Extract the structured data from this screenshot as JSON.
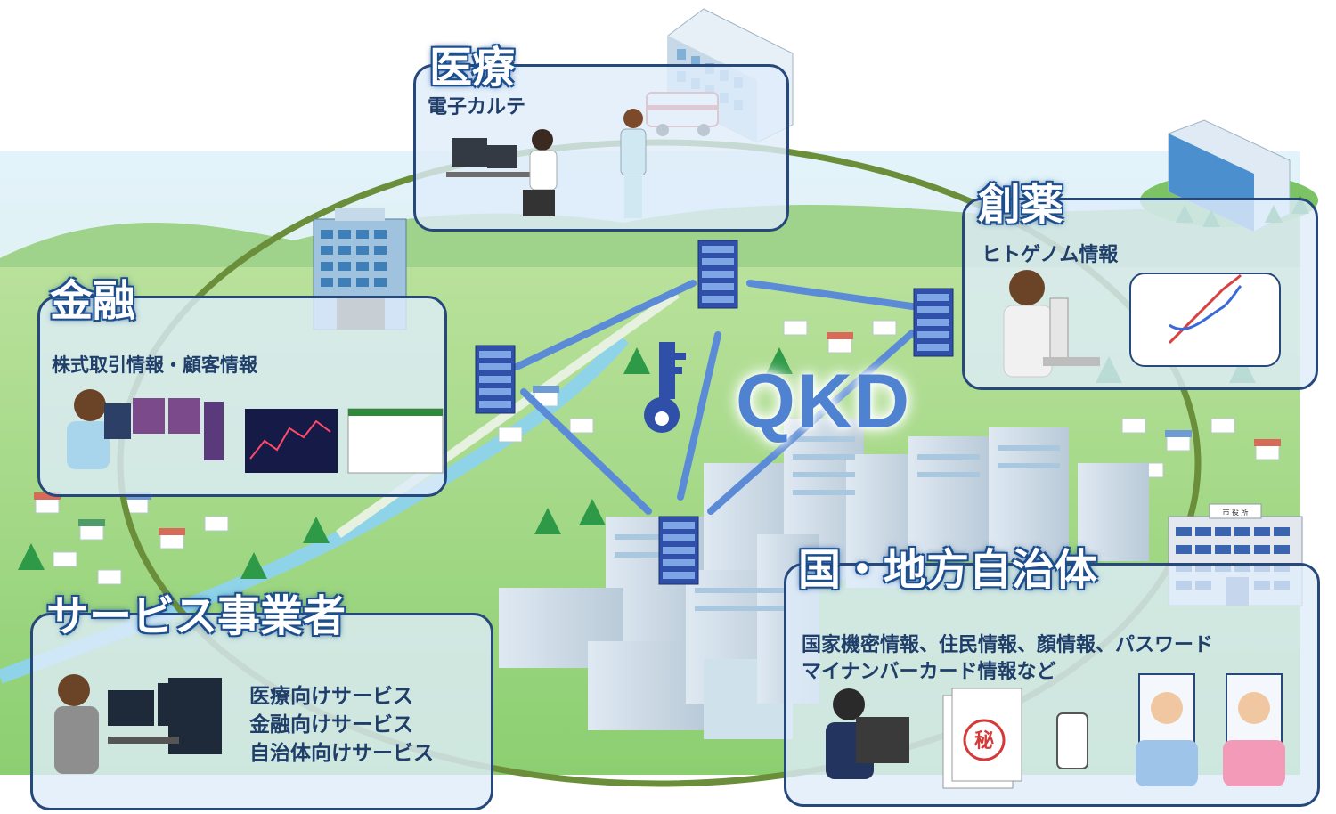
{
  "center_label": "QKD",
  "panels": {
    "medical": {
      "title": "医療",
      "items": [
        "電子カルテ"
      ]
    },
    "finance": {
      "title": "金融",
      "items": [
        "株式取引情報・顧客情報"
      ]
    },
    "drug": {
      "title": "創薬",
      "items": [
        "ヒトゲノム情報"
      ]
    },
    "gov": {
      "title": "国・地方自治体",
      "items": [
        "国家機密情報、住民情報、顔情報、パスワード",
        "マイナンバーカード情報など"
      ]
    },
    "service": {
      "title": "サービス事業者",
      "items": [
        "医療向けサービス",
        "金融向けサービス",
        "自治体向けサービス"
      ]
    }
  },
  "building_labels": {
    "city_hall": "市 役 所",
    "secret_stamp": "秘"
  },
  "colors": {
    "panel_border": "#27487a",
    "link_line": "#5b8bd6",
    "ring": "#6b8e3a",
    "server": "#2f4fa8",
    "key": "#2f4fa8",
    "qkd_text": "#4f83d1"
  }
}
